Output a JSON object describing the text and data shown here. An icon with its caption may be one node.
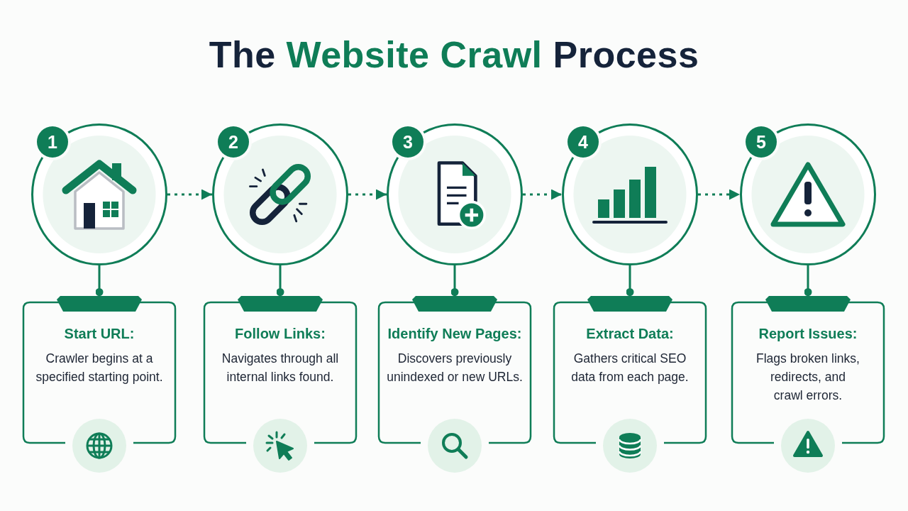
{
  "diagram": {
    "title": "The Website Crawl Process",
    "nodes": [
      {
        "text": [
          "1"
        ]
      },
      {
        "text": [
          "2"
        ]
      },
      {
        "text": [
          "3"
        ]
      },
      {
        "text": [
          "4"
        ]
      },
      {
        "text": [
          "5"
        ]
      },
      {
        "text": [
          "Start URL:",
          "Crawler begins at a specified starting point."
        ]
      },
      {
        "text": [
          "Follow Links:",
          "Navigates through all internal links found."
        ]
      },
      {
        "text": [
          "Identify New Pages:",
          "Discovers previously unindexed or new URLs."
        ]
      },
      {
        "text": [
          "Extract Data:",
          "Gathers critical SEO data from each page."
        ]
      },
      {
        "text": [
          "Report Issues:",
          "Flags broken links, redirects, and crawl errors."
        ]
      }
    ],
    "edges": [
      {
        "from": 0,
        "to": 1,
        "arrow": "to",
        "style": "dashed"
      },
      {
        "from": 1,
        "to": 2,
        "arrow": "to",
        "style": "dashed"
      },
      {
        "from": 2,
        "to": 3,
        "arrow": "to",
        "style": "dashed"
      },
      {
        "from": 3,
        "to": 4,
        "arrow": "to",
        "style": "dashed"
      },
      {
        "from": 0,
        "to": 5,
        "arrow": "other"
      },
      {
        "from": 1,
        "to": 6,
        "arrow": "other"
      },
      {
        "from": 2,
        "to": 7,
        "arrow": "other"
      },
      {
        "from": 3,
        "to": 8,
        "arrow": "other"
      },
      {
        "from": 4,
        "to": 9,
        "arrow": "other"
      }
    ]
  }
}
